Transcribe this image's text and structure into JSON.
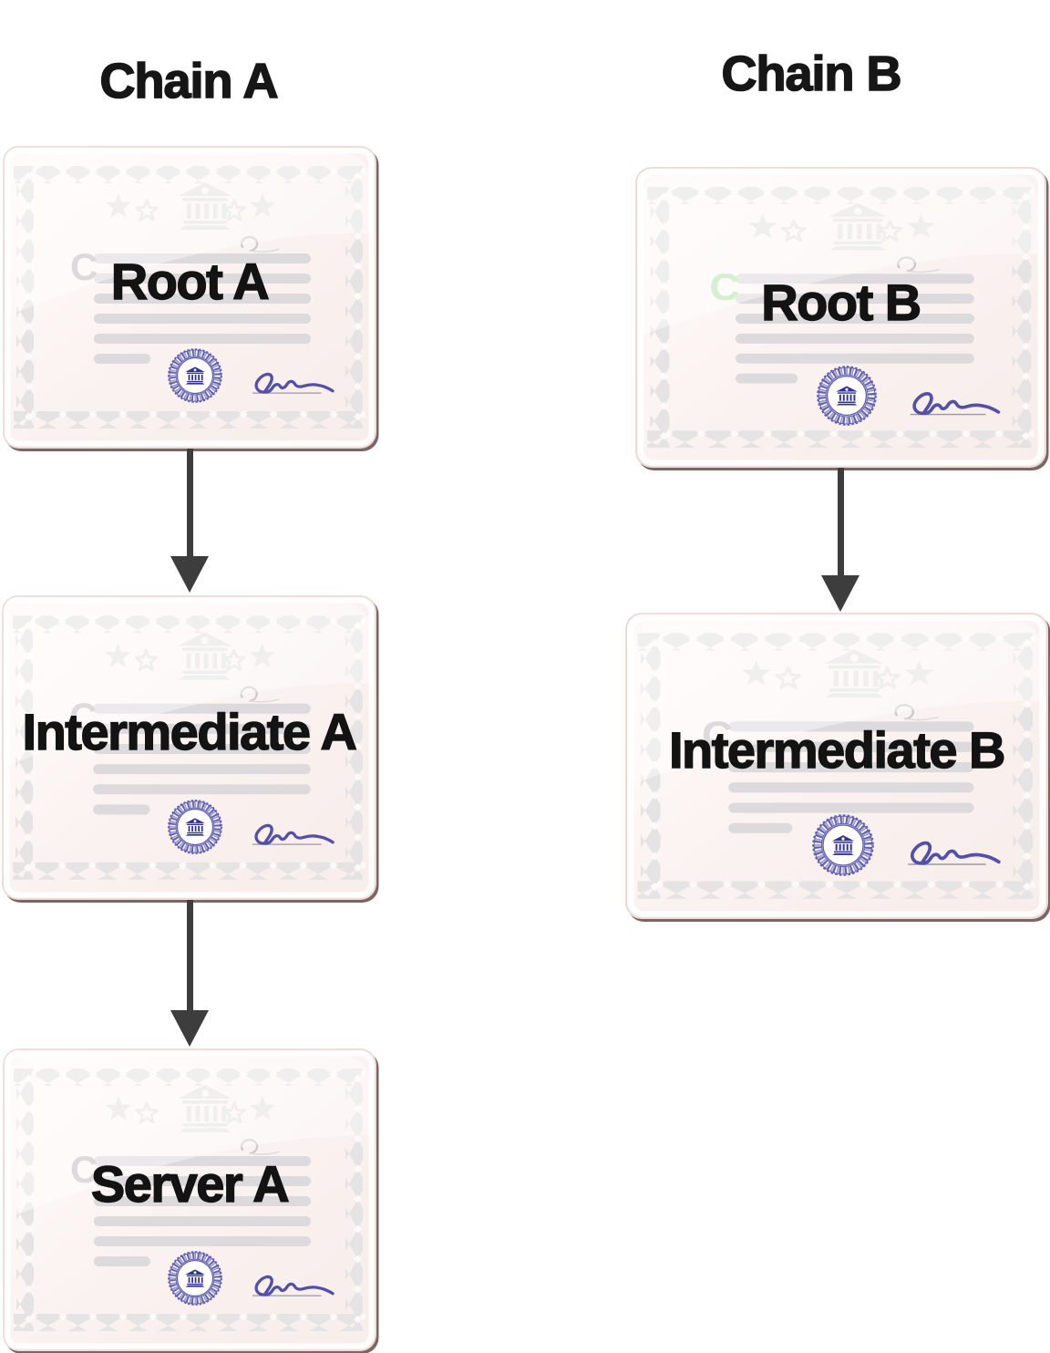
{
  "chains": [
    {
      "label": "Chain A",
      "certificates": [
        {
          "label": "Root A",
          "theme": "gray"
        },
        {
          "label": "Intermediate A",
          "theme": "gray"
        },
        {
          "label": "Server A",
          "theme": "gray"
        }
      ]
    },
    {
      "label": "Chain B",
      "certificates": [
        {
          "label": "Root B",
          "theme": "green"
        },
        {
          "label": "Intermediate B",
          "theme": "gray"
        }
      ]
    }
  ],
  "decor": {
    "watermark_letter": "C"
  },
  "colors": {
    "deco_gray": "#e5e3e4",
    "deco_green": "#d9f2d6",
    "bar_gray": "#dcdadc",
    "bar_green": "#d4f0cf",
    "seal_ring": "#6361b0",
    "seal_emblem": "#32319a",
    "signature": "#5350a8",
    "underline": "#9a98a0",
    "arrow": "#3d3d3d",
    "card_background": "#faf3f1",
    "heading_text": "#161616"
  }
}
